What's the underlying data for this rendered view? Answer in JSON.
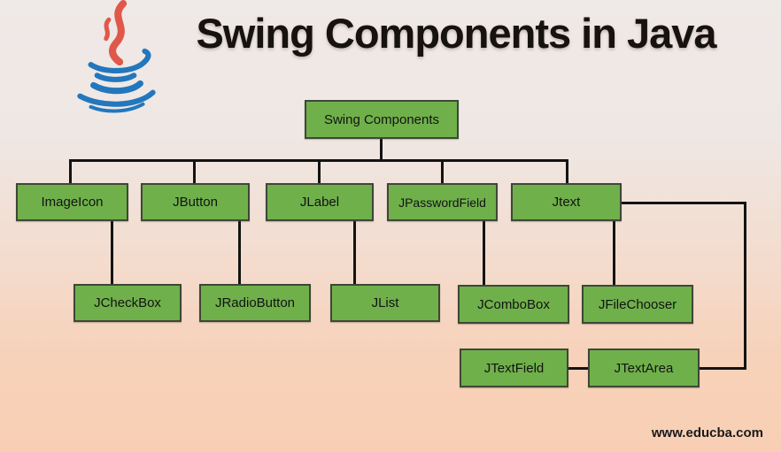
{
  "title": "Swing Components in Java",
  "logo": {
    "name": "java-logo",
    "steam_color": "#e0584a",
    "cup_color": "#2277bd"
  },
  "background": {
    "top": "#efe9e7",
    "bottom": "#f8cfb4"
  },
  "diagram": {
    "node_fill": "#6fb04b",
    "node_border": "#3e4737",
    "line_color": "#131313",
    "nodes": {
      "root": {
        "label": "Swing Components"
      },
      "imageicon": {
        "label": "ImageIcon"
      },
      "jbutton": {
        "label": "JButton"
      },
      "jlabel": {
        "label": "JLabel"
      },
      "jpasswordfield": {
        "label": "JPasswordField"
      },
      "jtext": {
        "label": "Jtext"
      },
      "jcheckbox": {
        "label": "JCheckBox"
      },
      "jradiobutton": {
        "label": "JRadioButton"
      },
      "jlist": {
        "label": "JList"
      },
      "jcombobox": {
        "label": "JComboBox"
      },
      "jfilechooser": {
        "label": "JFileChooser"
      },
      "jtextfield": {
        "label": "JTextField"
      },
      "jtextarea": {
        "label": "JTextArea"
      }
    },
    "edges": [
      {
        "from": "root",
        "to": "imageicon"
      },
      {
        "from": "root",
        "to": "jbutton"
      },
      {
        "from": "root",
        "to": "jlabel"
      },
      {
        "from": "root",
        "to": "jpasswordfield"
      },
      {
        "from": "root",
        "to": "jtext"
      },
      {
        "from": "imageicon",
        "to": "jcheckbox"
      },
      {
        "from": "jbutton",
        "to": "jradiobutton"
      },
      {
        "from": "jlabel",
        "to": "jlist"
      },
      {
        "from": "jpasswordfield",
        "to": "jcombobox"
      },
      {
        "from": "jtext",
        "to": "jfilechooser"
      },
      {
        "from": "jtext",
        "to": "jtextarea"
      },
      {
        "from": "jtextarea",
        "to": "jtextfield"
      }
    ]
  },
  "footer": {
    "site": "www.educba.com"
  }
}
